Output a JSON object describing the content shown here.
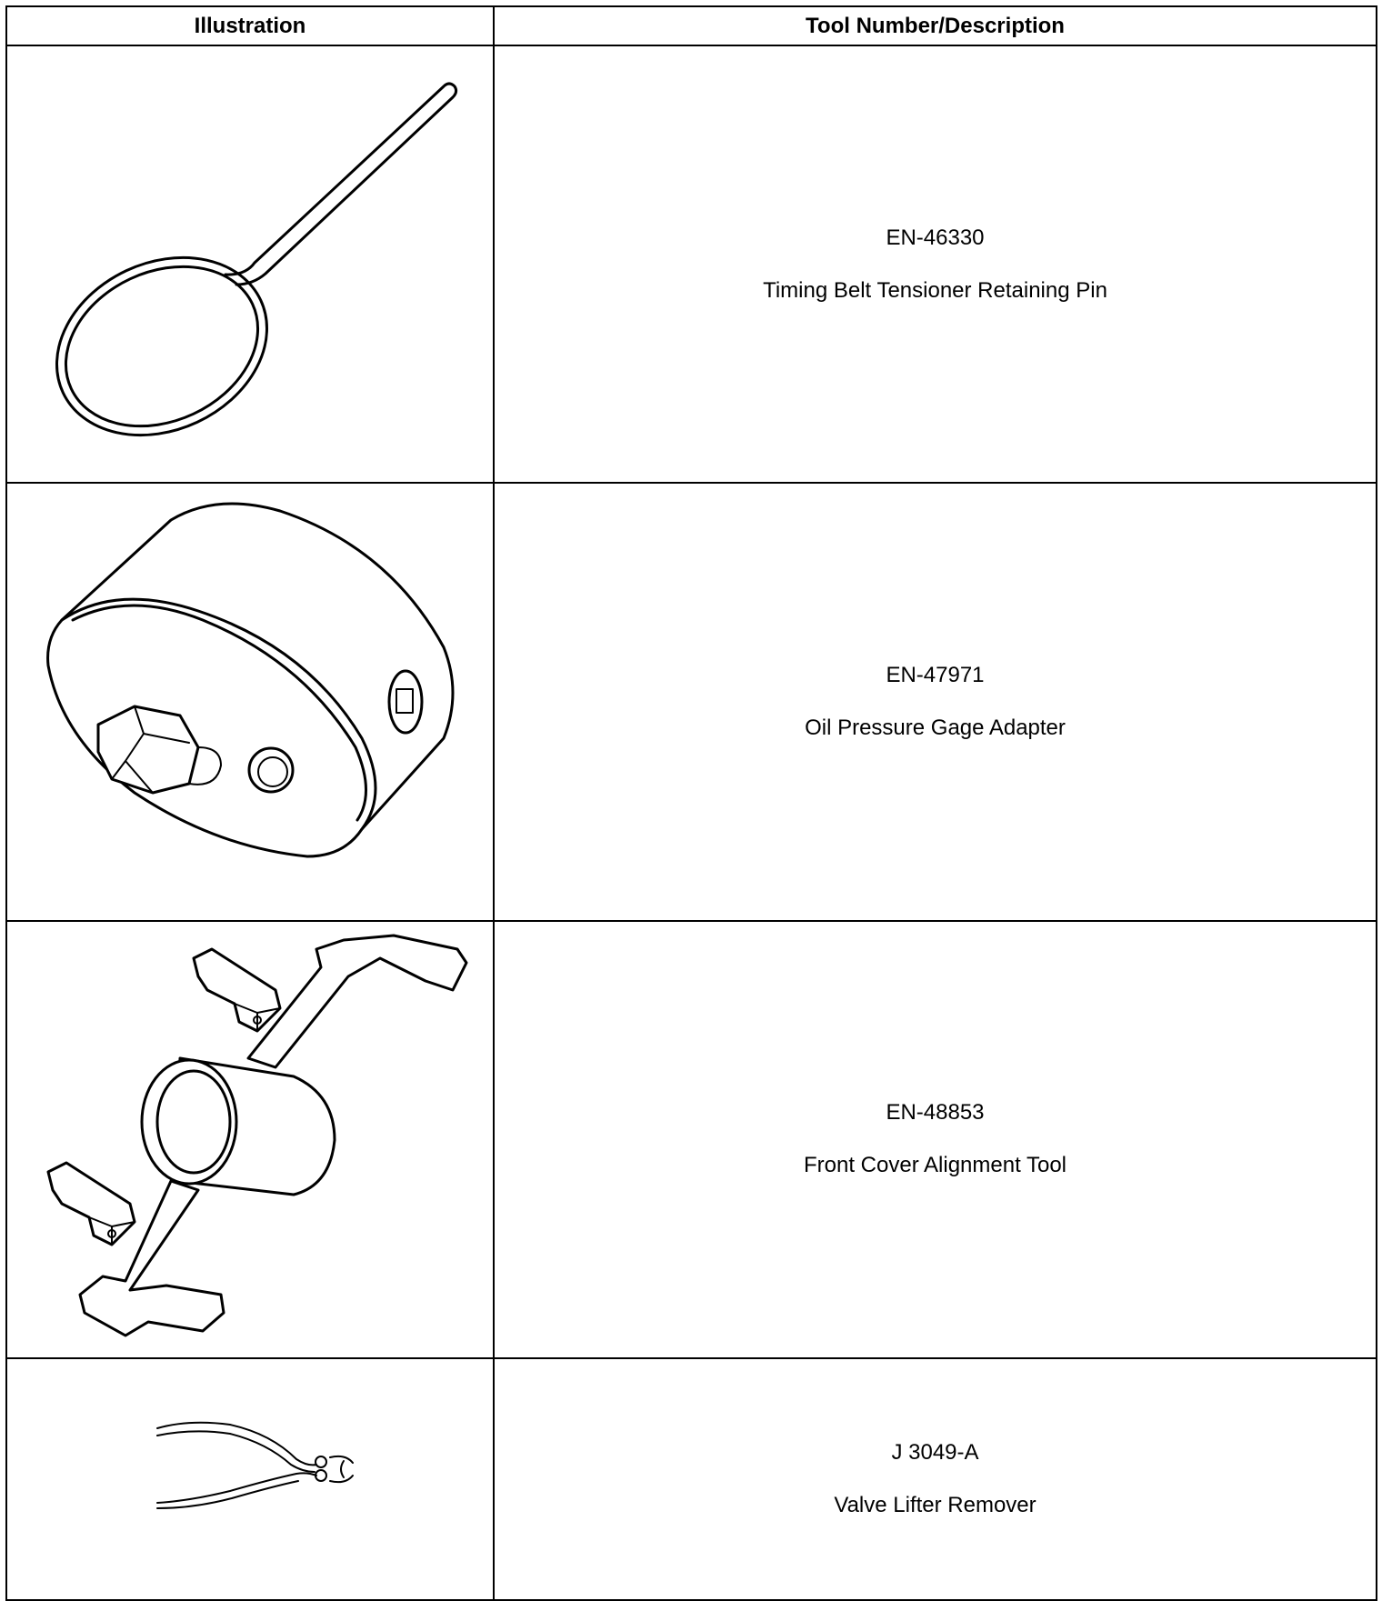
{
  "table": {
    "headers": {
      "illustration": "Illustration",
      "description": "Tool Number/Description"
    },
    "rows": [
      {
        "tool_number": "EN-46330",
        "description": "Timing Belt Tensioner Retaining Pin",
        "illustration_icon": "retaining-pin-icon"
      },
      {
        "tool_number": "EN-47971",
        "description": "Oil Pressure Gage Adapter",
        "illustration_icon": "gage-adapter-icon"
      },
      {
        "tool_number": "EN-48853",
        "description": "Front Cover Alignment Tool",
        "illustration_icon": "alignment-tool-icon"
      },
      {
        "tool_number": "J 3049-A",
        "description": "Valve Lifter Remover",
        "illustration_icon": "lifter-remover-icon"
      }
    ]
  }
}
